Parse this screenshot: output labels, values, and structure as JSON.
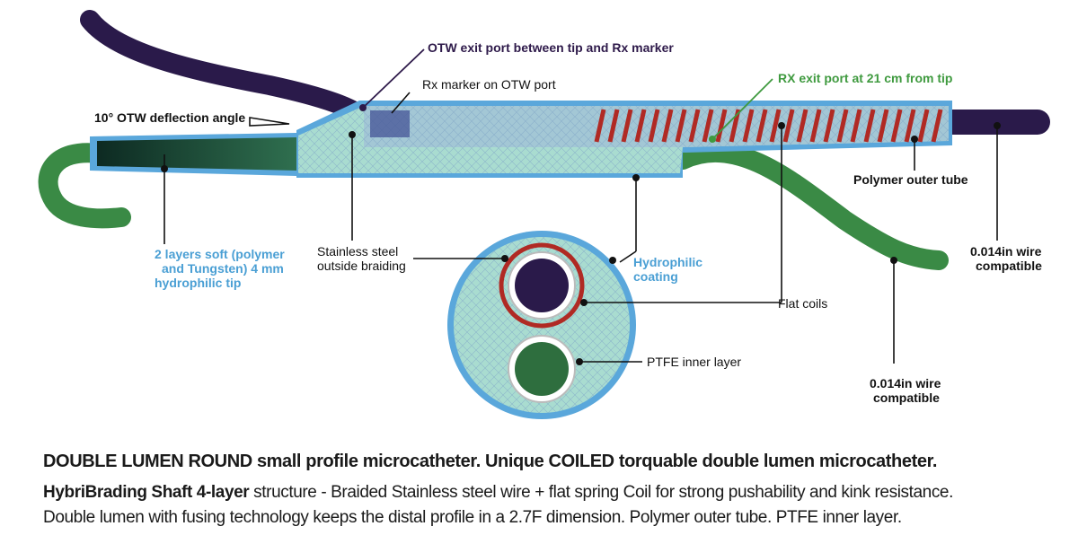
{
  "labels": {
    "otw_exit_port": "OTW exit port between tip and Rx marker",
    "rx_marker": "Rx marker on OTW port",
    "rx_exit_port": "RX exit port at 21 cm from tip",
    "deflection_angle": "10° OTW deflection angle",
    "polymer_outer_tube": "Polymer outer tube",
    "tip_line1": "2 layers soft (polymer",
    "tip_line2": "and Tungsten) 4 mm",
    "tip_line3": "hydrophilic tip",
    "braiding_line1": "Stainless steel",
    "braiding_line2": "outside braiding",
    "hydrophilic_line1": "Hydrophilic",
    "hydrophilic_line2": "coating",
    "flat_coils": "Flat coils",
    "ptfe_inner": "PTFE inner layer",
    "wire_right_line1": "0.014in wire",
    "wire_right_line2": "compatible",
    "wire_bottom_line1": "0.014in wire",
    "wire_bottom_line2": "compatible"
  },
  "caption": {
    "line1": "DOUBLE LUMEN ROUND small profile microcatheter. Unique COILED torquable double lumen microcatheter.",
    "line2_bold": "HybriBrading Shaft  4-layer",
    "line2_rest": " structure - Braided Stainless steel wire + flat spring Coil for strong pushability and kink resistance.",
    "line3": "Double lumen with fusing technology keeps the distal profile in a 2.7F dimension. Polymer outer tube. PTFE inner layer."
  },
  "colors": {
    "navy_wire": "#2a1a4a",
    "green_wire": "#3a8a45",
    "outer_blue": "#5aa7db",
    "tube_fill": "#a9dcd0",
    "coil_red": "#b02a24",
    "accent_purple": "#2e1a4a",
    "accent_green": "#3f9a3f",
    "accent_blue": "#4a9fd4"
  }
}
